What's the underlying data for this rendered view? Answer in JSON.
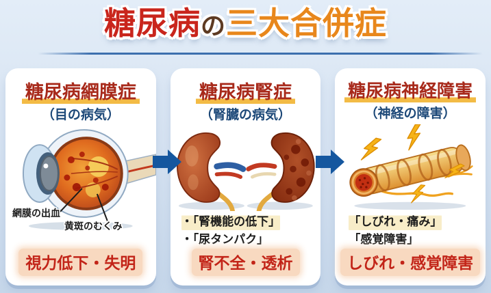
{
  "colors": {
    "bg-top": "#e3edf8",
    "bg-mid": "#d5e2f1",
    "bg-bottom": "#c6d7ea",
    "title-red": "#c9251c",
    "title-brown": "#5d3a22",
    "title-orange": "#e8871c",
    "divider-blue": "#3c6fae",
    "panel-bg": "#ffffff",
    "panel-title-red": "#a82a1b",
    "underline-yellow": "#f3bb45",
    "subtitle-blue": "#1c4878",
    "text-black": "#1c1c1c",
    "cream": "#f8edc8",
    "outcome-red": "#c22418",
    "outcome-bg": "#f8d9c0",
    "arrow-blue": "#15579f"
  },
  "header": {
    "title_diabetes": "糖尿病",
    "title_no": "の",
    "title_complications": "三大合併症"
  },
  "panels": [
    {
      "title": "糖尿病網膜症",
      "subtitle": "（目の病気）",
      "illustration": "eye-cross-section-illustration",
      "callouts": [
        "網膜の出血",
        "黄斑のむくみ"
      ],
      "outcome": "視力低下・失明"
    },
    {
      "title": "糖尿病腎症",
      "subtitle": "（腎臓の病気）",
      "illustration": "kidneys-illustration",
      "bullets": [
        "・「腎機能の低下」",
        "・「尿タンパク」"
      ],
      "outcome": "腎不全・透析"
    },
    {
      "title": "糖尿病神経障害",
      "subtitle": "（神経の障害）",
      "illustration": "nerve-fiber-illustration",
      "bullets": [
        "「しびれ・痛み」",
        "「感覚障害」"
      ],
      "outcome": "しびれ・感覚障害"
    }
  ]
}
